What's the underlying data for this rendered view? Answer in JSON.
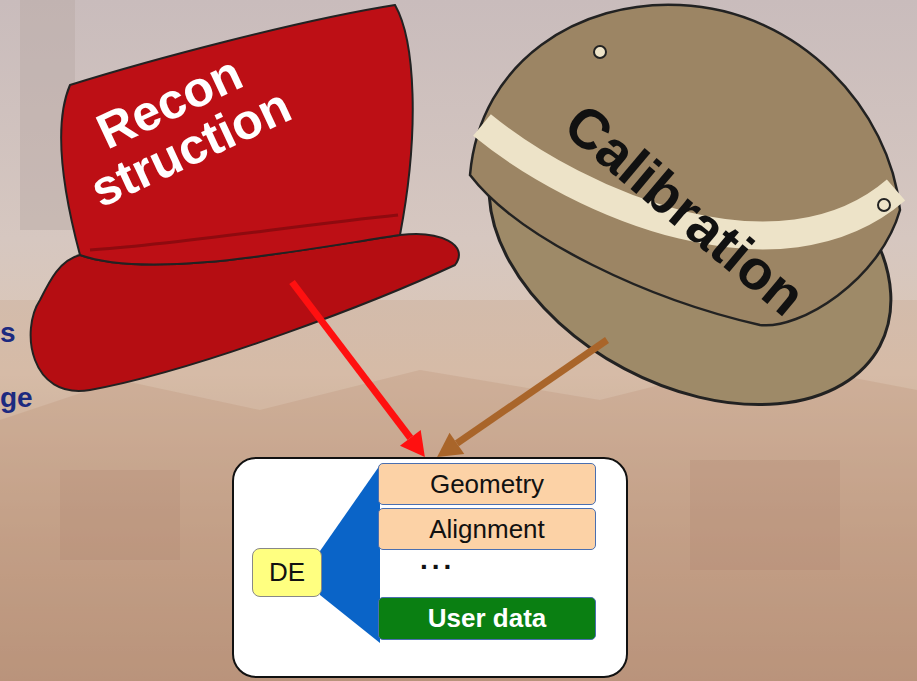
{
  "diagram": {
    "nodes": [
      {
        "text": [
          "Recon struction"
        ]
      },
      {
        "text": [
          "Calibration"
        ]
      },
      {
        "text": []
      },
      {
        "text": [
          "DE"
        ],
        "in": 2
      },
      {
        "text": [
          "Geometry"
        ],
        "in": 2
      },
      {
        "text": [
          "Alignment"
        ],
        "in": 2
      },
      {
        "text": [
          "User data"
        ],
        "in": 2
      }
    ],
    "edges": [
      {
        "from": 0,
        "to": 2,
        "arrow": "to"
      },
      {
        "from": 1,
        "to": 2,
        "arrow": "to"
      }
    ],
    "labels": [
      "s",
      "ge",
      "..."
    ]
  }
}
